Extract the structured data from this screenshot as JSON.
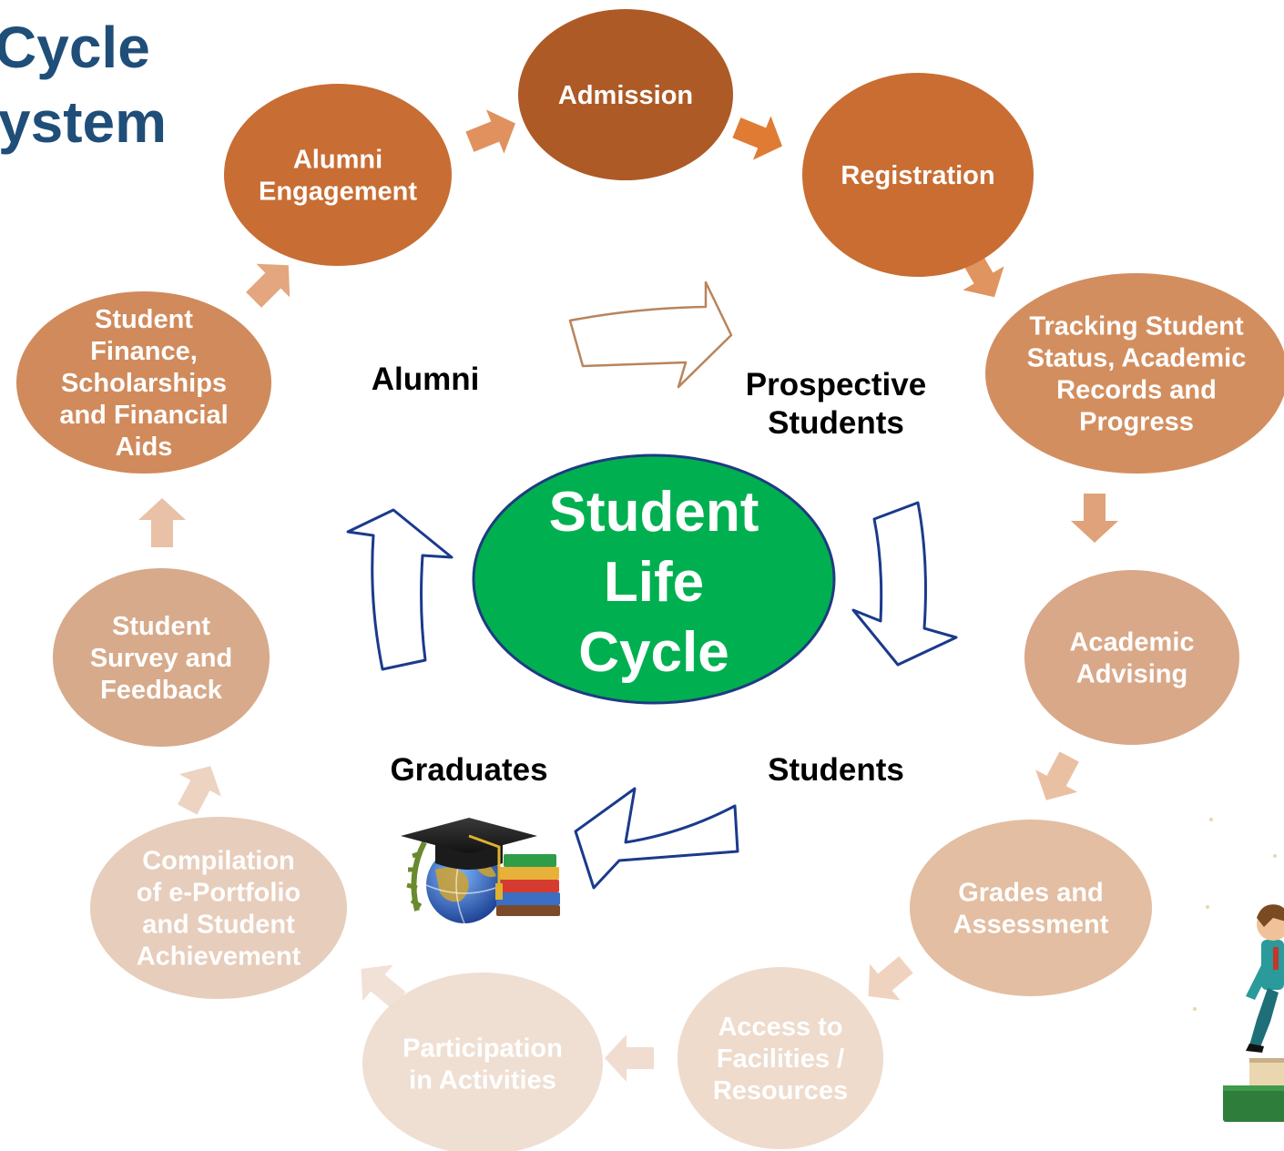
{
  "title": {
    "line1": "Cycle",
    "line2": "ystem"
  },
  "center": {
    "lines": [
      "Student",
      "Life",
      "Cycle"
    ],
    "color": "#00b050"
  },
  "phases": [
    {
      "id": "alumni",
      "lines": [
        "Alumni"
      ]
    },
    {
      "id": "prospective",
      "lines": [
        "Prospective",
        "Students"
      ]
    },
    {
      "id": "students",
      "lines": [
        "Students"
      ]
    },
    {
      "id": "graduates",
      "lines": [
        "Graduates"
      ]
    }
  ],
  "stages": [
    {
      "id": "admission",
      "lines": [
        "Admission"
      ],
      "color": "#ad5a26"
    },
    {
      "id": "registration",
      "lines": [
        "Registration"
      ],
      "color": "#c96d33"
    },
    {
      "id": "tracking",
      "lines": [
        "Tracking Student",
        "Status, Academic",
        "Records and",
        "Progress"
      ],
      "color": "#d38e5f"
    },
    {
      "id": "advising",
      "lines": [
        "Academic",
        "Advising"
      ],
      "color": "#d9a888"
    },
    {
      "id": "grades",
      "lines": [
        "Grades and",
        "Assessment"
      ],
      "color": "#e3bea2"
    },
    {
      "id": "facilities",
      "lines": [
        "Access to",
        "Facilities /",
        "Resources"
      ],
      "color": "#eedbcc"
    },
    {
      "id": "activities",
      "lines": [
        "Participation",
        "in Activities"
      ],
      "color": "#efdfd3"
    },
    {
      "id": "eportfolio",
      "lines": [
        "Compilation",
        "of e-Portfolio",
        "and Student",
        "Achievement"
      ],
      "color": "#e7cdbb"
    },
    {
      "id": "survey",
      "lines": [
        "Student",
        "Survey and",
        "Feedback"
      ],
      "color": "#d7aa8b"
    },
    {
      "id": "finance",
      "lines": [
        "Student",
        "Finance,",
        "Scholarships",
        "and Financial",
        "Aids"
      ],
      "color": "#d08a5b"
    },
    {
      "id": "alumni-engagement",
      "lines": [
        "Alumni",
        "Engagement"
      ],
      "color": "#c86d34"
    }
  ],
  "icons": {
    "graduation": "graduation-cap-globe-books-icon",
    "student": "student-climbing-books-illustration"
  }
}
